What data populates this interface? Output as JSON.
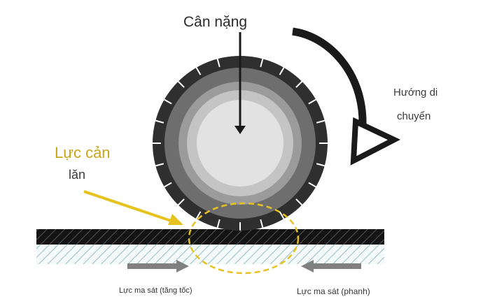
{
  "labels": {
    "weight": "Cân nặng",
    "motion_line1": "Hướng di",
    "motion_line2": "chuyển",
    "rolling_resistance_line1": "Lực cản",
    "rolling_resistance_line2": "lăn",
    "friction_accelerating": "Lực ma sát (tăng tốc)",
    "friction_braking": "Lực ma sát (phanh)"
  },
  "colors": {
    "tire_outer": "#2f2f2f",
    "tire_ring2": "#6e6e6e",
    "tire_ring3": "#9b9b9b",
    "tire_ring4": "#c4c4c4",
    "tire_hub": "#e2e2e2",
    "road": "#141414",
    "ground_hatch": "#8fb8bc",
    "accent_yellow": "#e6c21e",
    "friction_arrow": "#808080"
  }
}
